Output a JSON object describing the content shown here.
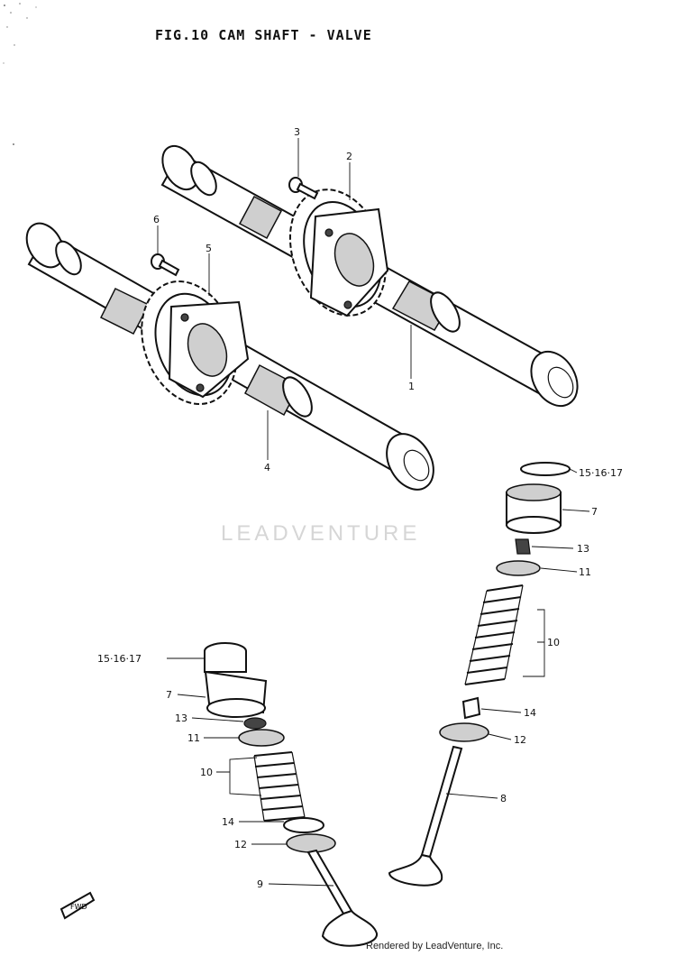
{
  "title": "FIG.10  CAM SHAFT - VALVE",
  "watermark": "LEADVENTURE",
  "credit": "Rendered by LeadVenture, Inc.",
  "fwd_label": "FWD",
  "callouts": [
    {
      "key": "c3",
      "text": "3"
    },
    {
      "key": "c2",
      "text": "2"
    },
    {
      "key": "c6",
      "text": "6"
    },
    {
      "key": "c5",
      "text": "5"
    },
    {
      "key": "c1",
      "text": "1"
    },
    {
      "key": "c4",
      "text": "4"
    },
    {
      "key": "c15r",
      "text": "15·16·17"
    },
    {
      "key": "c7r",
      "text": "7"
    },
    {
      "key": "c13r",
      "text": "13"
    },
    {
      "key": "c11r",
      "text": "11"
    },
    {
      "key": "c10r",
      "text": "10"
    },
    {
      "key": "c14r",
      "text": "14"
    },
    {
      "key": "c12r",
      "text": "12"
    },
    {
      "key": "c8",
      "text": "8"
    },
    {
      "key": "c15l",
      "text": "15·16·17"
    },
    {
      "key": "c7l",
      "text": "7"
    },
    {
      "key": "c13l",
      "text": "13"
    },
    {
      "key": "c11l",
      "text": "11"
    },
    {
      "key": "c10l",
      "text": "10"
    },
    {
      "key": "c14l",
      "text": "14"
    },
    {
      "key": "c12l",
      "text": "12"
    },
    {
      "key": "c9",
      "text": "9"
    }
  ]
}
